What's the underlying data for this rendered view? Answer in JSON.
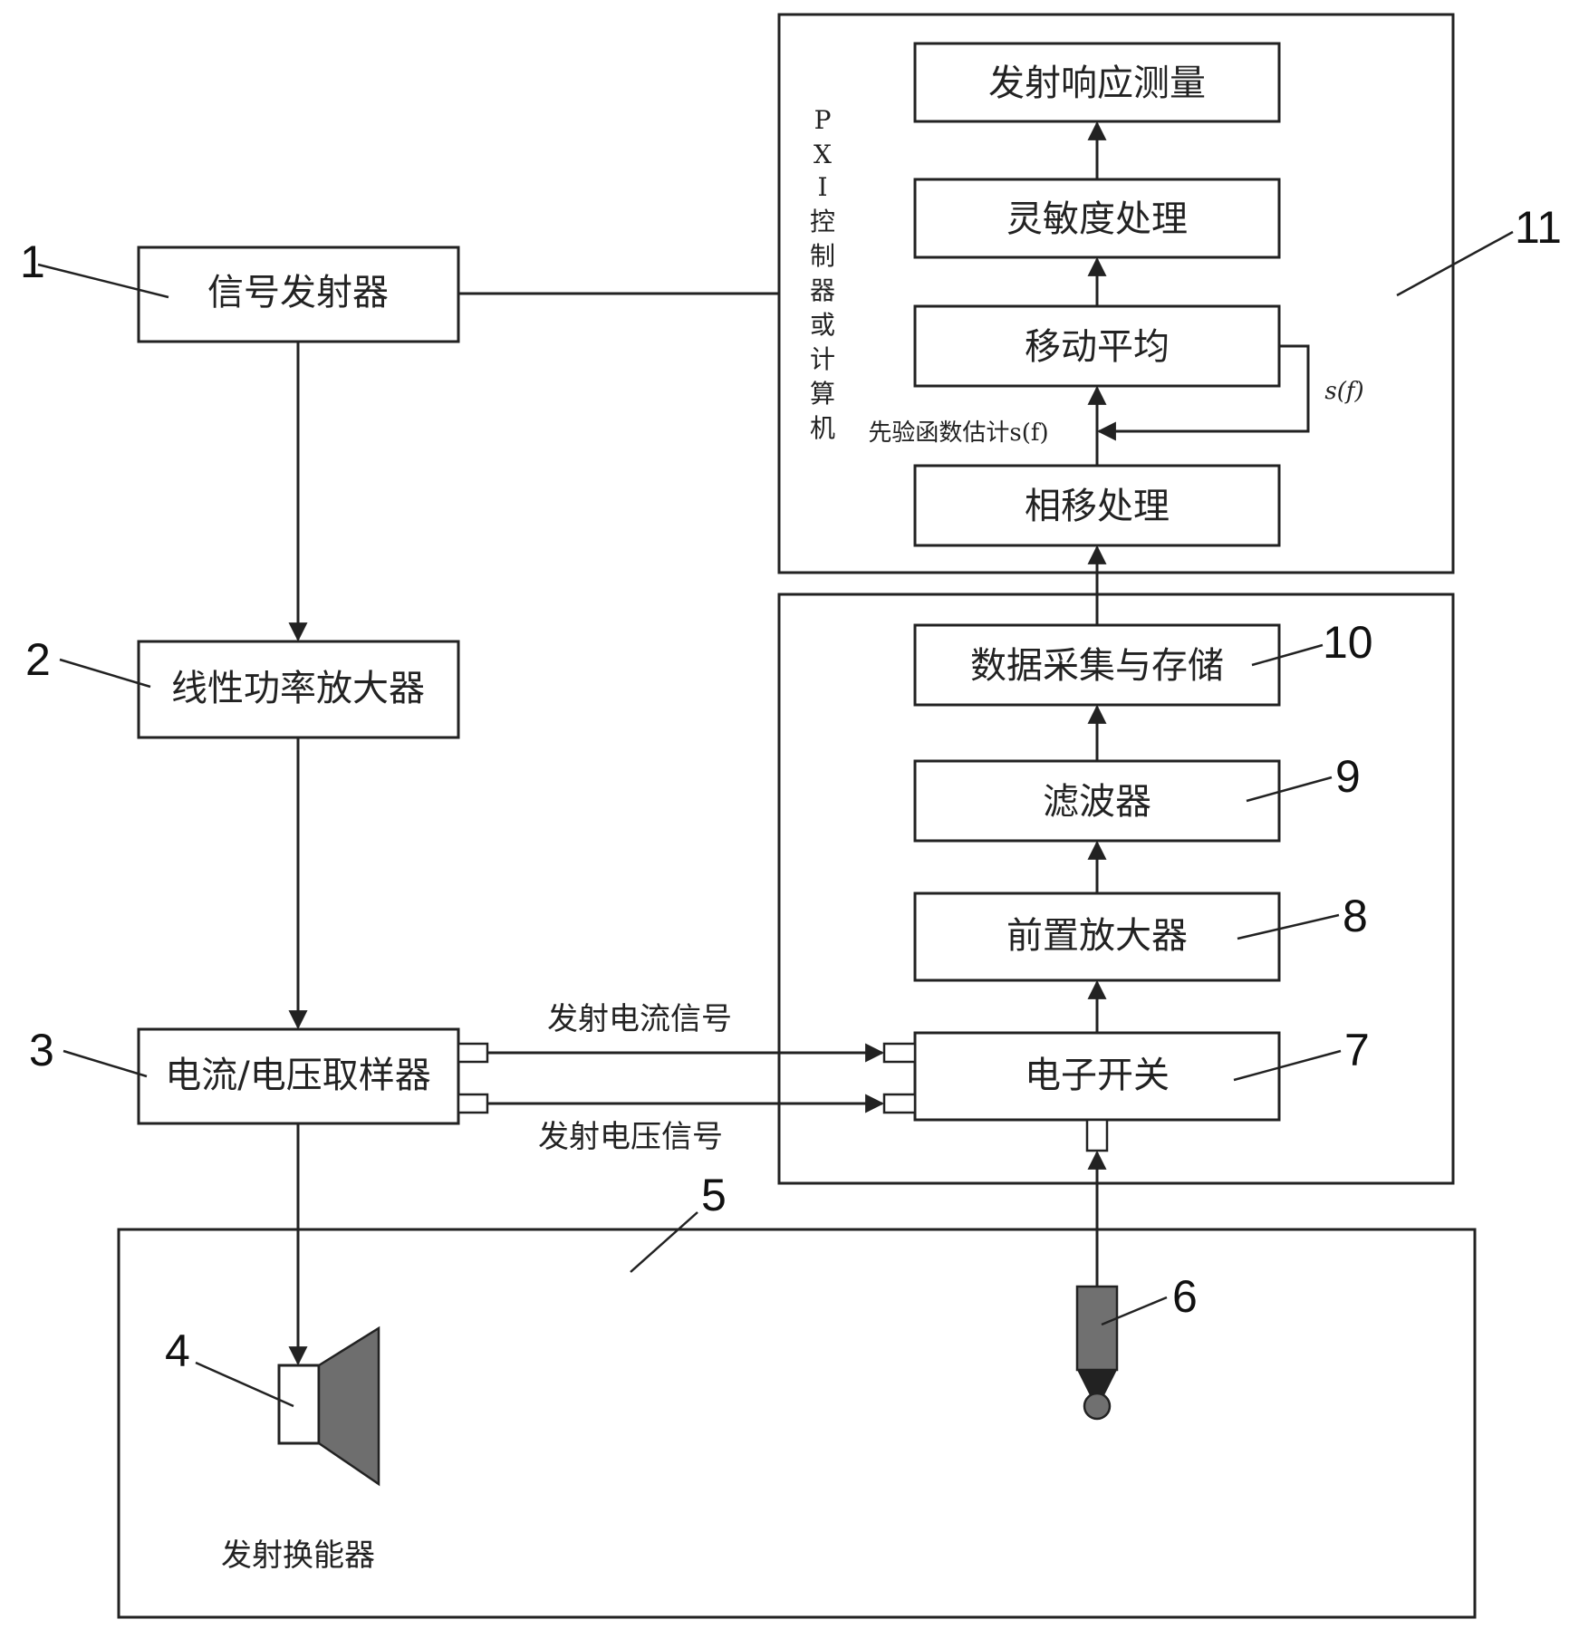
{
  "blocks": {
    "signal_generator": "信号发射器",
    "linear_power_amplifier": "线性功率放大器",
    "current_voltage_sampler": "电流/电压取样器",
    "electronic_switch": "电子开关",
    "preamplifier": "前置放大器",
    "filter": "滤波器",
    "data_acquisition_storage": "数据采集与存储",
    "phase_shift_processing": "相移处理",
    "moving_average": "移动平均",
    "sensitivity_processing": "灵敏度处理",
    "transmit_response_measurement": "发射响应测量"
  },
  "signals": {
    "transmit_current": "发射电流信号",
    "transmit_voltage": "发射电压信号",
    "prior_function_estimate": "先验函数估计s(f)",
    "feedback": "s(f)"
  },
  "controller_label": [
    "P",
    "X",
    "I",
    "控",
    "制",
    "器",
    "或",
    "计",
    "算",
    "机"
  ],
  "transducer_label": "发射换能器",
  "reference_numbers": {
    "n1": "1",
    "n2": "2",
    "n3": "3",
    "n4": "4",
    "n5": "5",
    "n6": "6",
    "n7": "7",
    "n8": "8",
    "n9": "9",
    "n10": "10",
    "n11": "11"
  },
  "colors": {
    "stroke": "#222222",
    "transducer_fill": "#6e6e6e",
    "hydrophone_fill": "#707070"
  }
}
